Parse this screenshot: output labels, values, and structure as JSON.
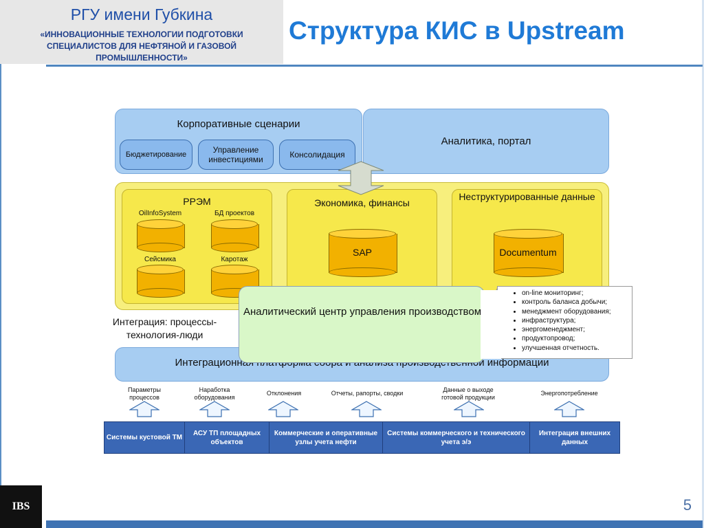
{
  "header": {
    "university": "РГУ имени Губкина",
    "program": "«ИННОВАЦИОННЫЕ ТЕХНОЛОГИИ ПОДГОТОВКИ СПЕЦИАЛИСТОВ ДЛЯ НЕФТЯНОЙ И ГАЗОВОЙ ПРОМЫШЛЕННОСТИ»",
    "title": "Структура КИС в Upstream"
  },
  "top_layer": {
    "corporate_title": "Корпоративные сценарии",
    "corporate_items": [
      "Бюджетирование",
      "Управление инвестициями",
      "Консолидация"
    ],
    "analytics": "Аналитика, портал"
  },
  "middle_layer": {
    "rrem": {
      "title": "РРЭМ",
      "dbs": [
        "OilInfoSystem",
        "БД проектов",
        "Сейсмика",
        "Каротаж"
      ]
    },
    "finance": {
      "title": "Экономика, финансы",
      "db": "SAP"
    },
    "unstructured": {
      "title": "Неструктурированные данные",
      "db": "Documentum"
    }
  },
  "center": {
    "label": "Аналитический центр управления производством",
    "bullets": [
      "on-line мониторинг;",
      "контроль баланса добычи;",
      "менеджмент оборудования;",
      "инфраструктура;",
      "энергоменеджмент;",
      "продуктопровод;",
      "улучшенная отчетность."
    ]
  },
  "integration": {
    "label": "Интеграция: процессы-технология-люди",
    "platform": "Интеграционная платформа сбора и анализа производственной информации"
  },
  "flows": [
    "Параметры процессов",
    "Наработка оборудования",
    "Отклонения",
    "Отчеты, рапорты, сводки",
    "Данные о выходе готовой продукции",
    "Энергопотребление"
  ],
  "systems": [
    "Системы кустовой ТМ",
    "АСУ ТП площадных объектов",
    "Коммерческие и оперативные узлы учета нефти",
    "Системы коммерческого и технического учета э/э",
    "Интеграция внешних данных"
  ],
  "footer": {
    "logo": "IBS",
    "page_number": "5"
  },
  "colors": {
    "blue_layer": "#a7cdf2",
    "yellow_layer": "#f7ef7d",
    "center_box": "#d9f7c8",
    "systems_table": "#3a67b5",
    "title_blue": "#1f7ad6"
  }
}
